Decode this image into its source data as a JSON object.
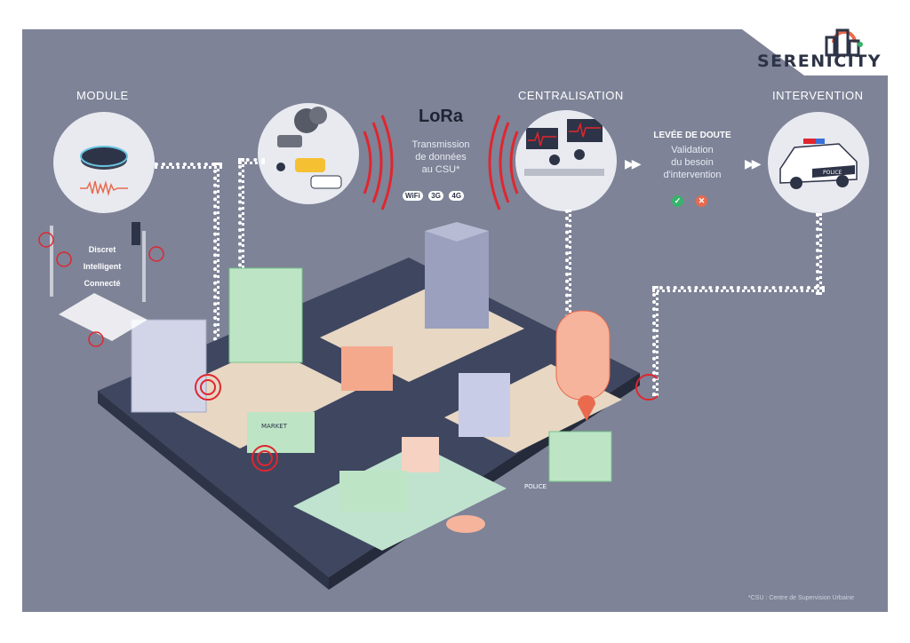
{
  "brand": {
    "name": "SERENICITY",
    "colors": {
      "orange": "#e96a4d",
      "navy": "#2e3447",
      "green": "#39b36b"
    }
  },
  "sections": {
    "module": "MODULE",
    "centralisation": "CENTRALISATION",
    "intervention": "INTERVENTION"
  },
  "lora": {
    "logo": "LoRa",
    "caption_lines": [
      "Transmission",
      "de données",
      "au CSU*"
    ],
    "badges": [
      "WiFi",
      "3G",
      "4G"
    ]
  },
  "doubt": {
    "title": "LEVÉE DE DOUTE",
    "lines": [
      "Validation",
      "du besoin",
      "d'intervention"
    ],
    "icons": [
      "check-icon",
      "cross-icon"
    ]
  },
  "module_props": [
    "Discret",
    "Intelligent",
    "Connecté"
  ],
  "map_labels": {
    "market": "MARKET",
    "police": "POLICE",
    "car": "POLICE"
  },
  "footnote": "*CSU : Centre de Supervision Urbaine"
}
